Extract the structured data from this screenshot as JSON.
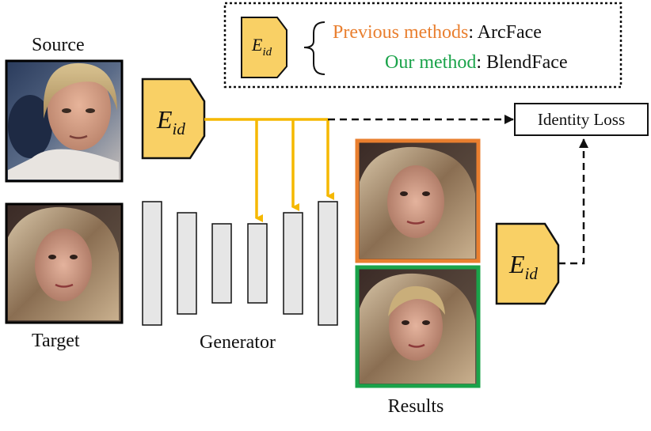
{
  "labels": {
    "source": "Source",
    "target": "Target",
    "generator": "Generator",
    "results": "Results",
    "identity_loss": "Identity Loss"
  },
  "encoder": {
    "main": "E",
    "sub": "id"
  },
  "legend": {
    "previous_label": "Previous methods",
    "previous_value": ": ArcFace",
    "ours_label": "Our method",
    "ours_value": ": BlendFace"
  },
  "colors": {
    "encoder_fill": "#F9D065",
    "arrow_yellow": "#F5B800",
    "previous": "#E97F2F",
    "ours": "#1AA34A",
    "generator_block": "#E6E6E6"
  },
  "icons": {
    "source_photo": "face-photo-source",
    "target_photo": "face-photo-target",
    "result_previous": "face-photo-result-previous",
    "result_ours": "face-photo-result-ours"
  }
}
